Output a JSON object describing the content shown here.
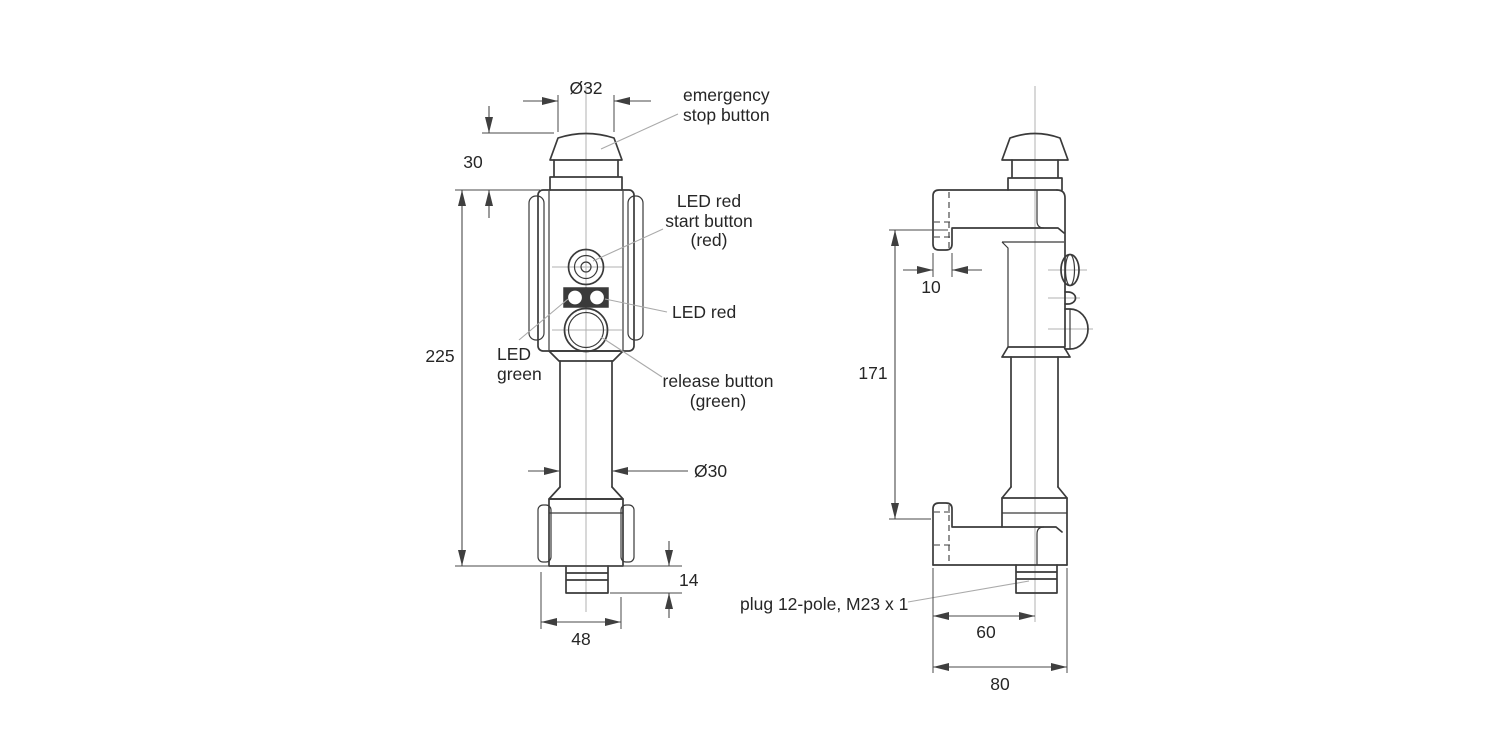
{
  "drawing": {
    "kind": "technical dimensional drawing, emergency stop control device, two views",
    "units_shown": "mm (implied)",
    "labels": {
      "emergency_stop": {
        "line1": "emergency",
        "line2": "stop button"
      },
      "start_button": {
        "line1": "LED red",
        "line2": "start button",
        "line3": "(red)"
      },
      "led_red": {
        "line1": "LED red"
      },
      "led_green": {
        "line1": "LED",
        "line2": "green"
      },
      "release_button": {
        "line1": "release button",
        "line2": "(green)"
      },
      "plug": {
        "line1": "plug 12-pole, M23 x 1"
      }
    },
    "dimensions": {
      "front": {
        "button_diameter": "Ø32",
        "button_height": "30",
        "body_height": "225",
        "tube_diameter": "Ø30",
        "plug_height": "14",
        "base_width": "48"
      },
      "side": {
        "bracket_foot": "10",
        "bracket_span": "171",
        "plug_offset": "60",
        "depth": "80"
      }
    },
    "colors": {
      "outline": "#3a3a3a",
      "dimension_lines": "#4a4a4a",
      "annotation_lines": "#aaaaaa",
      "text": "#262626",
      "background": "#ffffff"
    }
  }
}
